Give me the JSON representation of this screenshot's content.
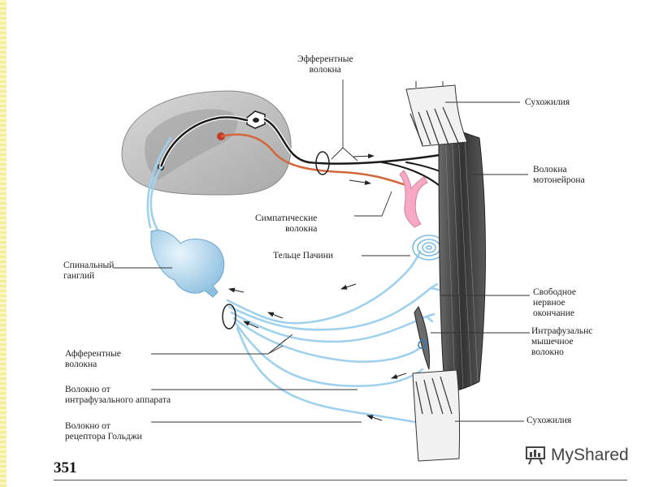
{
  "labels": {
    "efferent": "Эфферентные\nволокна",
    "tendon_top": "Сухожилия",
    "motoneuron": "Волокна\nмотонейрона",
    "sympathetic": "Симпатические\nволокна",
    "pacini": "Тельце Пачини",
    "spinal_ganglion": "Спинальный\nганглий",
    "free_ending": "Свободное\nнервное\nокончание",
    "intrafusal": "Интрафузальнс\nмышечное\nволокно",
    "afferent": "Афферентные\nволокна",
    "fiber_intrafusal": "Волокно от\nинтрафузального аппарата",
    "tendon_bottom": "Сухожилия",
    "fiber_golgi": "Волокно от\nрецептора Гольджи"
  },
  "page_number": "351",
  "logo": {
    "name": "MyShared",
    "icon": "presentation-board-icon"
  },
  "colors": {
    "afferent": "#9fd1ee",
    "efferent": "#1a1a1a",
    "sympathetic": "#d4663a",
    "vessel": "#f5a9c4",
    "spinal_cord": "#bdbdbd",
    "muscle": "#4a4a4a"
  }
}
